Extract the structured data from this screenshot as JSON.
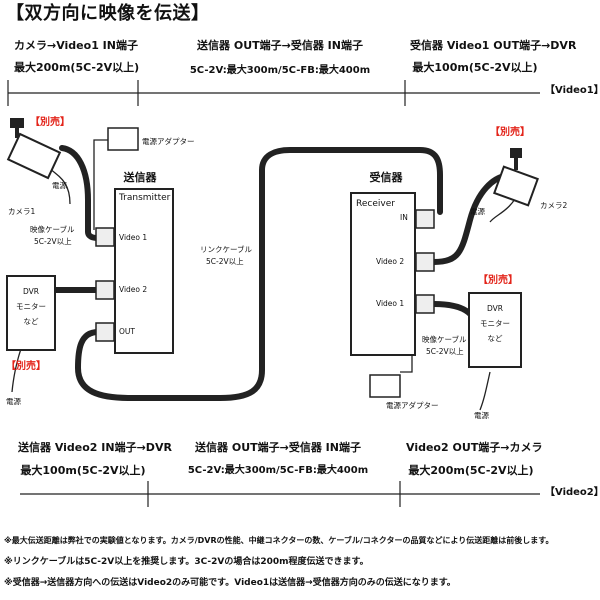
{
  "title": "【双方向に映像を伝送】",
  "top_segments": [
    {
      "line1": "カメラ→Video1 IN端子",
      "line2": "最大200m(5C-2V以上)"
    },
    {
      "line1": "送信器 OUT端子→受信器 IN端子",
      "line2": "5C-2V:最大300m/5C-FB:最大400m"
    },
    {
      "line1": "受信器 Video1 OUT端子→DVR",
      "line2": "最大100m(5C-2V以上)"
    }
  ],
  "top_tag": "【Video1】",
  "bottom_segments": [
    {
      "line1": "送信器 Video2 IN端子→DVR",
      "line2": "最大100m(5C-2V以上)"
    },
    {
      "line1": "送信器 OUT端子→受信器 IN端子",
      "line2": "5C-2V:最大300m/5C-FB:最大400m"
    },
    {
      "line1": "Video2 OUT端子→カメラ",
      "line2": "最大200m(5C-2V以上)"
    }
  ],
  "bottom_tag": "【Video2】",
  "transmitter": {
    "title": "送信器",
    "name": "Transmitter",
    "ports": [
      "Video 1",
      "Video 2",
      "OUT"
    ]
  },
  "receiver": {
    "title": "受信器",
    "name": "Receiver",
    "ports": [
      "IN",
      "Video 2",
      "Video 1"
    ]
  },
  "left_side": {
    "sold_separately_1": "【別売】",
    "camera": "カメラ1",
    "power_1": "電源",
    "adapter": "電源アダプター",
    "video_cable_l1": "映像ケーブル",
    "video_cable_l2": "5C-2V以上",
    "dvr_l1": "DVR",
    "dvr_l2": "モニター",
    "dvr_l3": "など",
    "sold_separately_2": "【別売】",
    "power_2": "電源"
  },
  "link_cable": {
    "line1": "リンクケーブル",
    "line2": "5C-2V以上"
  },
  "right_side": {
    "sold_separately_1": "【別売】",
    "camera": "カメラ2",
    "power_1": "電源",
    "sold_separately_2": "【別売】",
    "dvr_l1": "DVR",
    "dvr_l2": "モニター",
    "dvr_l3": "など",
    "video_cable_l1": "映像ケーブル",
    "video_cable_l2": "5C-2V以上",
    "adapter": "電源アダプター",
    "power_2": "電源"
  },
  "notes": [
    "※最大伝送距離は弊社での実験値となります。カメラ/DVRの性能、中継コネクターの数、ケーブル/コネクターの品質などにより伝送距離は前後します。",
    "※リンクケーブルは5C-2V以上を推奨します。3C-2Vの場合は200m程度伝送できます。",
    "※受信器→送信器方向への伝送はVideo2のみ可能です。Video1は送信器→受信器方向のみの伝送になります。"
  ]
}
